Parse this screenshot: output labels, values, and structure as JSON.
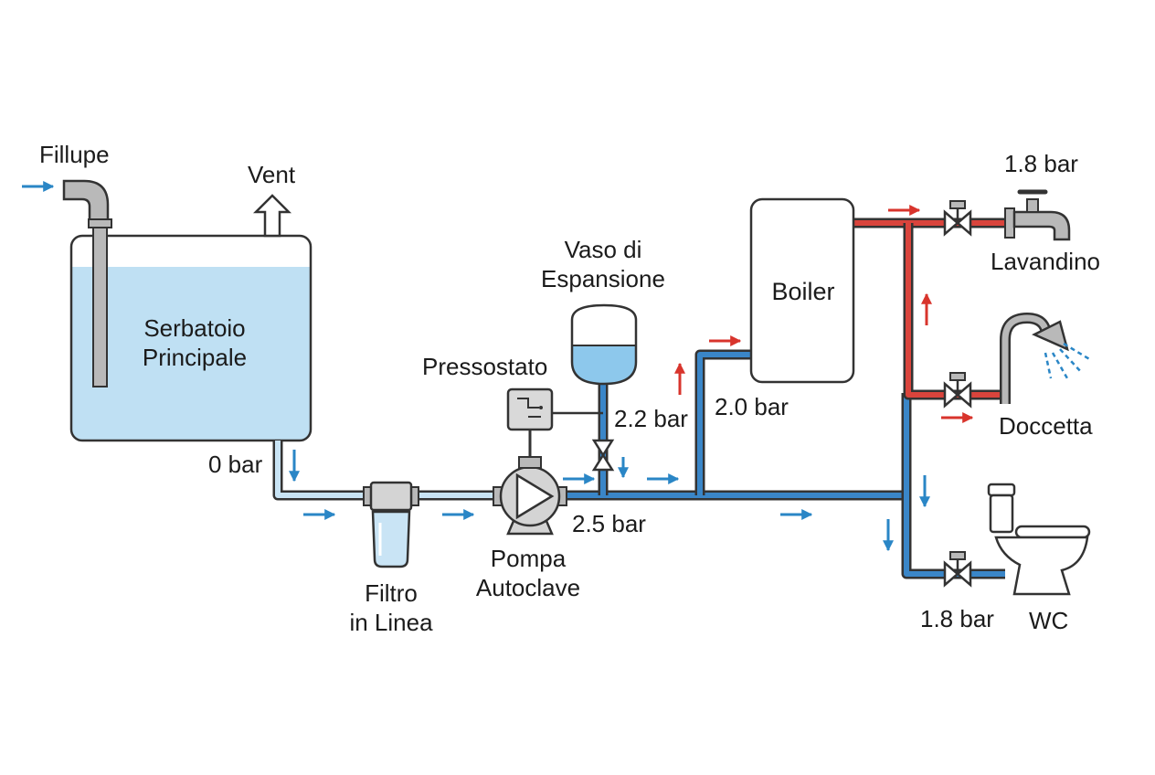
{
  "colors": {
    "cold_pipe": "#3a86c8",
    "cold_pipe_light": "#c9e4f5",
    "hot_pipe": "#d9443c",
    "water": "#bfe0f3",
    "outline": "#333333",
    "metal": "#b9b9b9",
    "flow_arrow_cold": "#2a86c6",
    "flow_arrow_hot": "#d8342c"
  },
  "labels": {
    "fill_pipe": "Fillupe",
    "vent": "Vent",
    "tank": [
      "Serbatoio",
      "Principale"
    ],
    "tank_pressure": "0 bar",
    "filter": [
      "Filtro",
      "in Linea"
    ],
    "pressure_switch": "Pressostato",
    "expansion_vessel": [
      "Vaso di",
      "Espansione"
    ],
    "pump": [
      "Pompa",
      "Autoclave"
    ],
    "pump_pressure": "2.5 bar",
    "vessel_pressure": "2.2 bar",
    "boiler_inlet_pressure": "2.0 bar",
    "boiler": "Boiler",
    "sink_pressure": "1.8 bar",
    "sink": "Lavandino",
    "shower": "Doccetta",
    "wc_pressure": "1.8 bar",
    "wc": "WC"
  },
  "icons": {
    "fill_pipe": "elbow-pipe-icon",
    "vent": "up-arrow-vent-icon",
    "pump": "centrifugal-pump-icon",
    "valve": "gate-valve-icon",
    "faucet": "faucet-icon",
    "shower": "shower-head-icon",
    "toilet": "toilet-icon"
  }
}
